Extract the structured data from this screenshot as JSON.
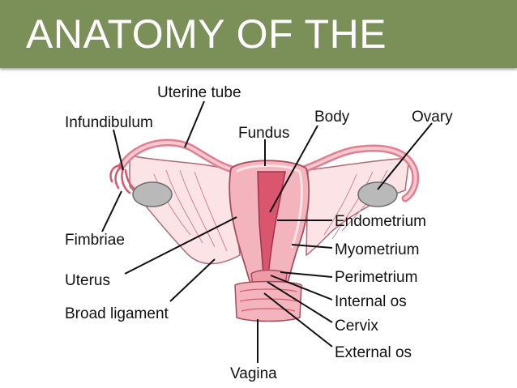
{
  "slide": {
    "title": "ANATOMY OF THE"
  },
  "colors": {
    "title_bar": "#7b8f58",
    "title_text": "#ffffff",
    "tissue_light": "#f6c9cf",
    "tissue_mid": "#ee9aa8",
    "tissue_dark": "#d9566e",
    "ovary": "#b9b9b9",
    "label_text": "#111111"
  },
  "labels": {
    "uterine_tube": "Uterine tube",
    "infundibulum": "Infundibulum",
    "fundus": "Fundus",
    "body": "Body",
    "ovary": "Ovary",
    "endometrium": "Endometrium",
    "myometrium": "Myometrium",
    "perimetrium": "Perimetrium",
    "internal_os": "Internal os",
    "cervix": "Cervix",
    "external_os": "External os",
    "fimbriae": "Fimbriae",
    "uterus": "Uterus",
    "broad_ligament": "Broad ligament",
    "vagina": "Vagina"
  }
}
